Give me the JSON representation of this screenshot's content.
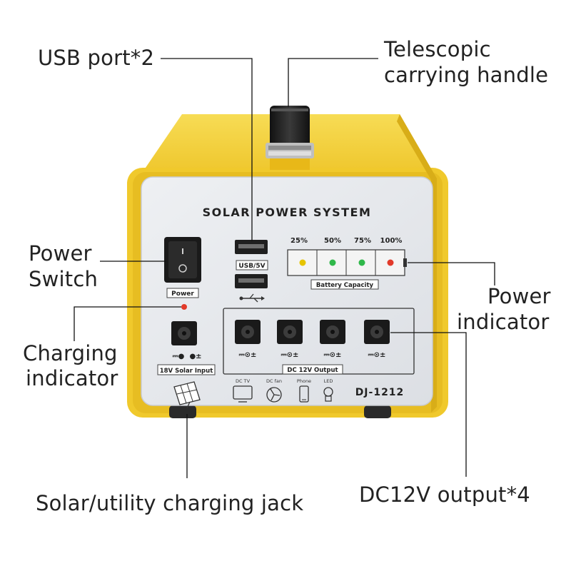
{
  "callouts": {
    "usb_port": "USB port*2",
    "handle_line1": "Telescopic",
    "handle_line2": "carrying handle",
    "power_switch_line1": "Power",
    "power_switch_line2": "Switch",
    "power_indicator_line1": "Power",
    "power_indicator_line2": "indicator",
    "charging_indicator_line1": "Charging",
    "charging_indicator_line2": "indicator",
    "solar_jack": "Solar/utility charging jack",
    "dc_output": "DC12V output*4"
  },
  "panel": {
    "title": "SOLAR POWER SYSTEM",
    "usb_label": "USB/5V",
    "power_label": "Power",
    "battery_capacity_label": "Battery Capacity",
    "battery_levels": [
      "25%",
      "50%",
      "75%",
      "100%"
    ],
    "solar_input_label": "18V Solar Input",
    "dc_output_label": "DC 12V Output",
    "model": "DJ-1212",
    "device_labels": [
      "DC TV",
      "DC fan",
      "Phone",
      "LED"
    ]
  },
  "colors": {
    "housing_yellow": "#f2cf2f",
    "panel_grey": "#e4e6ea",
    "led_yellow": "#e6c400",
    "led_green": "#2fb84a",
    "led_red": "#e23a2a"
  }
}
